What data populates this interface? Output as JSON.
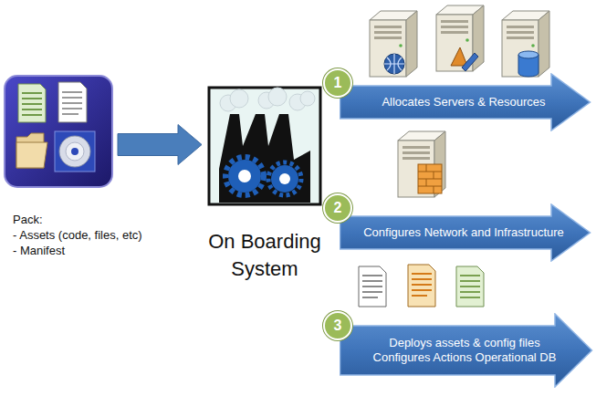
{
  "diagram": {
    "nodes": [
      {
        "text": [
          "Pack:",
          "- Assets (code, files, etc)",
          "- Manifest"
        ]
      },
      {
        "text": [
          "On Boarding System"
        ]
      },
      {
        "text": [
          "1"
        ]
      },
      {
        "text": [
          "Allocates Servers & Resources"
        ]
      },
      {
        "text": [
          "2"
        ]
      },
      {
        "text": [
          "Configures Network and Infrastructure"
        ]
      },
      {
        "text": [
          "3"
        ]
      },
      {
        "text": [
          "Deploys assets & config files",
          "Configures Actions Operational DB"
        ]
      }
    ],
    "edges": [
      {
        "from": 0,
        "to": 1,
        "arrow": "to"
      }
    ]
  }
}
